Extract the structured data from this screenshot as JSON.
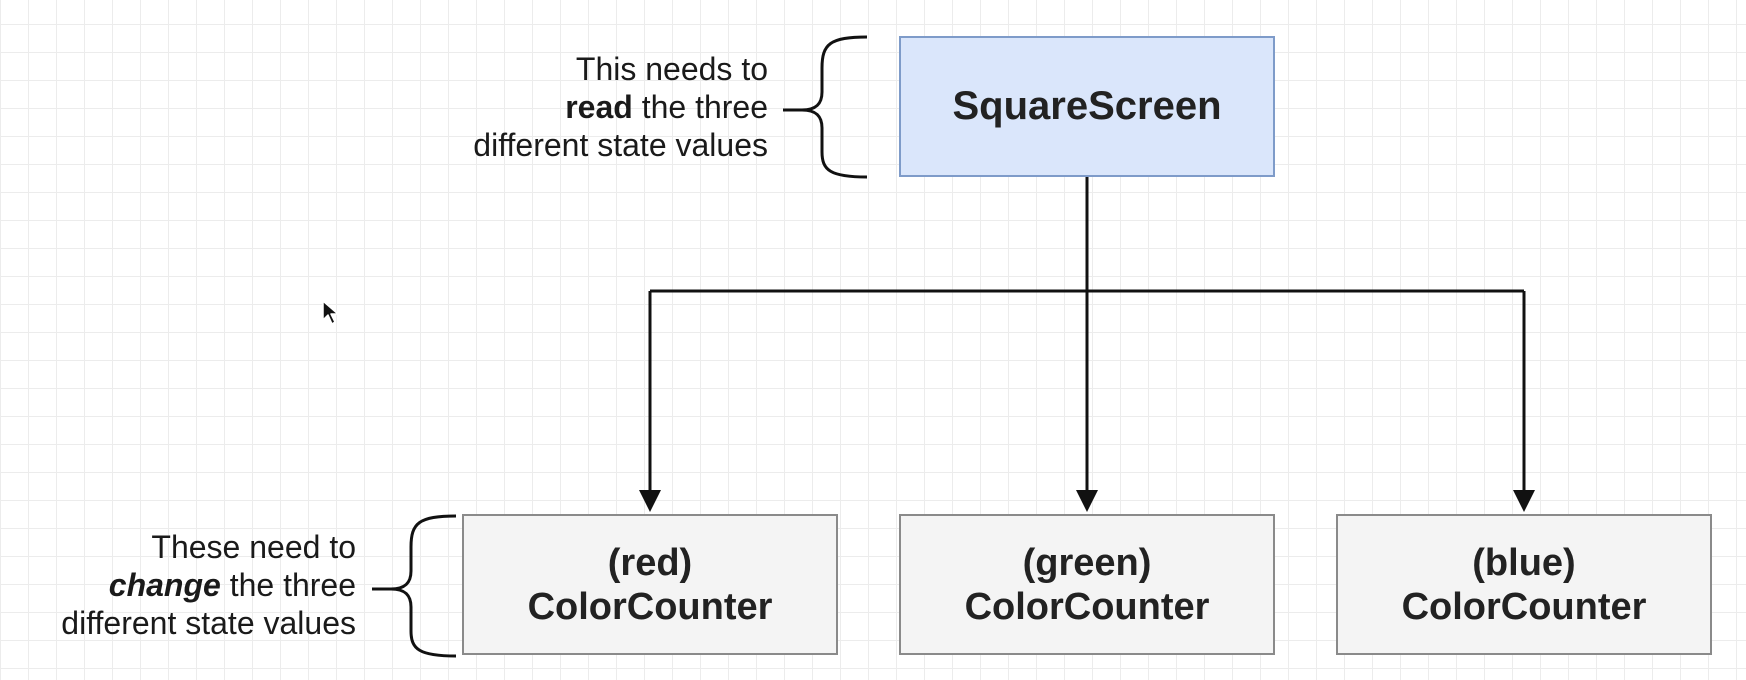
{
  "diagram": {
    "parent": {
      "label": "SquareScreen",
      "fill": "#dae6fb",
      "border": "#7e9bc9"
    },
    "children": [
      {
        "prefix": "(red)",
        "label": "ColorCounter"
      },
      {
        "prefix": "(green)",
        "label": "ColorCounter"
      },
      {
        "prefix": "(blue)",
        "label": "ColorCounter"
      }
    ],
    "child_fill": "#f4f4f4",
    "child_border": "#8a8a8a"
  },
  "annotations": {
    "read": {
      "line1": "This needs to",
      "emphasis": "read",
      "line2_rest": " the three",
      "line3": "different state values"
    },
    "change": {
      "line1": "These need to",
      "emphasis": "change",
      "line2_rest": " the three",
      "line3": "different state values"
    }
  },
  "icons": {
    "cursor": "mouse-pointer-icon"
  }
}
